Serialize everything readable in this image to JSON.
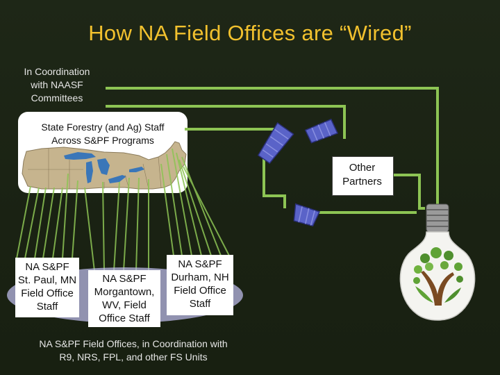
{
  "title": "How NA Field Offices are “Wired”",
  "coordination_naasf": [
    "In Coordination",
    "with  NAASF",
    "Committees"
  ],
  "state_forestry": [
    "State Forestry (and Ag) Staff",
    "Across S&PF Programs"
  ],
  "other_partners": [
    "Other",
    "Partners"
  ],
  "offices": {
    "st_paul": [
      "NA S&PF",
      "St. Paul, MN",
      "Field Office",
      "Staff"
    ],
    "morgantown": [
      "NA S&PF",
      "Morgantown,",
      "WV, Field",
      "Office Staff"
    ],
    "durham": [
      "NA S&PF",
      "Durham, NH",
      "Field Office",
      "Staff"
    ]
  },
  "bottom_note": [
    "NA S&PF Field Offices, in Coordination with",
    "R9, NRS, FPL,  and other FS Units"
  ],
  "colors": {
    "background": "#1b2314",
    "title": "#f2c12e",
    "wire": "#8dc454",
    "connector": "#5a63c8",
    "office_ellipse": "#b9b8e6",
    "map_land": "#c6b48e",
    "map_lakes": "#3a76b8"
  }
}
